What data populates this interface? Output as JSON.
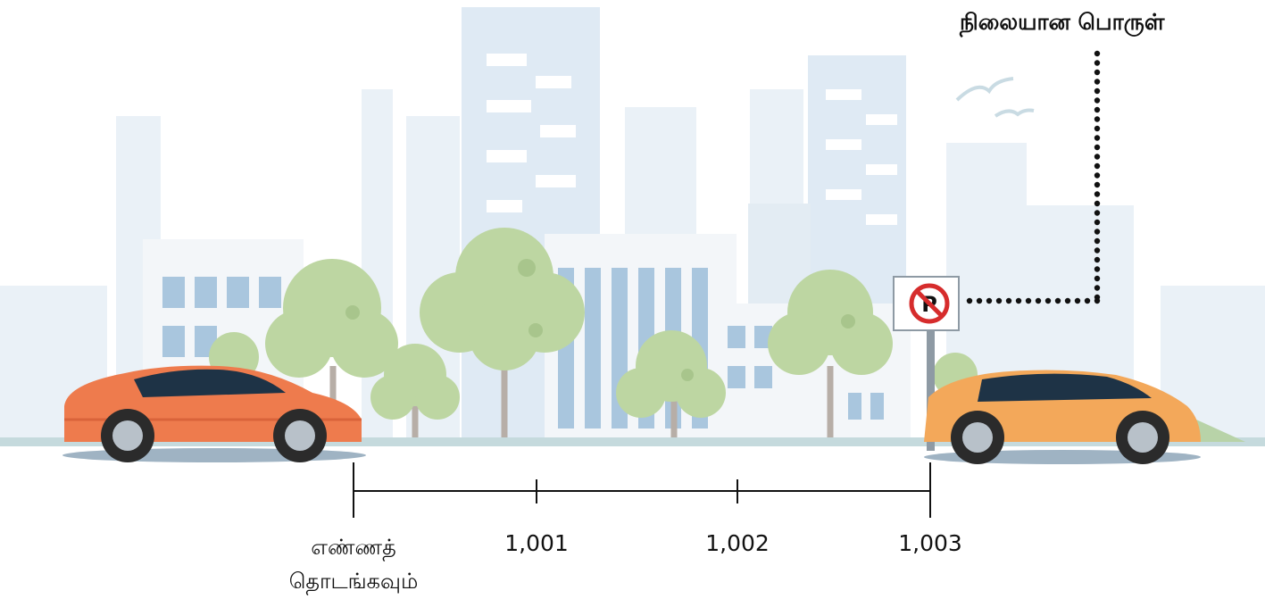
{
  "fixed_object_label": "நிலையான பொருள்",
  "start_label_line1": "எண்ணத்",
  "start_label_line2": "தொடங்கவும்",
  "number_line": {
    "ticks": [
      "1,001",
      "1,002",
      "1,003"
    ]
  },
  "sign": {
    "icon": "no-parking-icon",
    "letter": "P"
  },
  "colors": {
    "car_left": "#ee7b4d",
    "car_right": "#f3a85a",
    "tree": "#bdd6a2",
    "building": "#dfeaf4",
    "ground": "#c5dadd",
    "sign_red": "#d62c2c"
  }
}
